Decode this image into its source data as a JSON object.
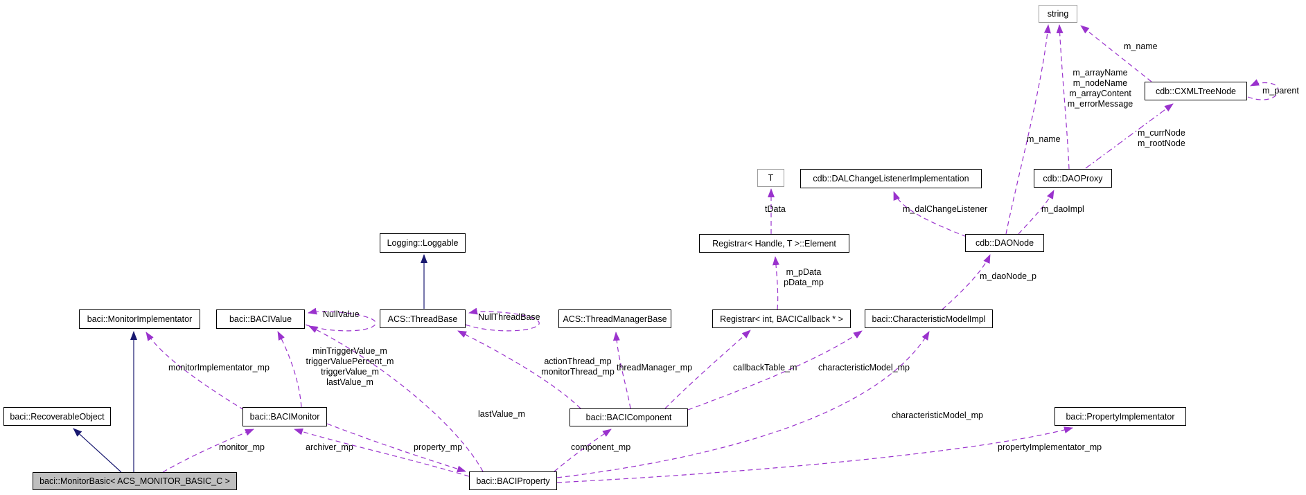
{
  "diagram": {
    "type": "collaboration-graph",
    "colors": {
      "usage": "#9a32cd",
      "inheritance": "#191970",
      "node_border": "#000000",
      "node_fill": "#ffffff",
      "focus_fill": "#bfbfbf",
      "external_border": "#9c9c9c",
      "background": "#ffffff"
    },
    "nodes": [
      {
        "id": "string",
        "label": "string",
        "kind": "external"
      },
      {
        "id": "cxmltreenode",
        "label": "cdb::CXMLTreeNode",
        "kind": "class"
      },
      {
        "id": "t",
        "label": "T",
        "kind": "external"
      },
      {
        "id": "dalchangelistener",
        "label": "cdb::DALChangeListenerImplementation",
        "kind": "class"
      },
      {
        "id": "daoproxy",
        "label": "cdb::DAOProxy",
        "kind": "class"
      },
      {
        "id": "loggable",
        "label": "Logging::Loggable",
        "kind": "class"
      },
      {
        "id": "element",
        "label": "Registrar< Handle, T >::Element",
        "kind": "class"
      },
      {
        "id": "daonode",
        "label": "cdb::DAONode",
        "kind": "class"
      },
      {
        "id": "monitorimplementator",
        "label": "baci::MonitorImplementator",
        "kind": "class"
      },
      {
        "id": "bacivalue",
        "label": "baci::BACIValue",
        "kind": "class"
      },
      {
        "id": "threadbase",
        "label": "ACS::ThreadBase",
        "kind": "class"
      },
      {
        "id": "threadmanagerbase",
        "label": "ACS::ThreadManagerBase",
        "kind": "class"
      },
      {
        "id": "registrar",
        "label": "Registrar< int, BACICallback * >",
        "kind": "class"
      },
      {
        "id": "characteristicmodelimpl",
        "label": "baci::CharacteristicModelImpl",
        "kind": "class"
      },
      {
        "id": "recoverableobject",
        "label": "baci::RecoverableObject",
        "kind": "class"
      },
      {
        "id": "bacimonitor",
        "label": "baci::BACIMonitor",
        "kind": "class"
      },
      {
        "id": "bacicomponent",
        "label": "baci::BACIComponent",
        "kind": "class"
      },
      {
        "id": "propertyimplementator",
        "label": "baci::PropertyImplementator",
        "kind": "class"
      },
      {
        "id": "monitorbasic",
        "label": "baci::MonitorBasic< ACS_MONITOR_BASIC_C >",
        "kind": "focus"
      },
      {
        "id": "baciproperty",
        "label": "baci::BACIProperty",
        "kind": "class"
      }
    ],
    "edges": [
      {
        "from": "baci::MonitorBasic< ACS_MONITOR_BASIC_C >",
        "to": "baci::RecoverableObject",
        "type": "inheritance",
        "label": ""
      },
      {
        "from": "baci::MonitorBasic< ACS_MONITOR_BASIC_C >",
        "to": "baci::MonitorImplementator",
        "type": "inheritance",
        "label": ""
      },
      {
        "from": "ACS::ThreadBase",
        "to": "Logging::Loggable",
        "type": "inheritance",
        "label": ""
      },
      {
        "from": "baci::BACIMonitor",
        "to": "baci::MonitorImplementator",
        "type": "usage",
        "label": "monitorImplementator_mp"
      },
      {
        "from": "baci::BACIMonitor",
        "to": "baci::BACIValue",
        "type": "usage",
        "label": "minTriggerValue_m\ntriggerValuePercent_m\ntriggerValue_m\nlastValue_m"
      },
      {
        "from": "baci::BACIValue",
        "to": "baci::BACIValue",
        "type": "usage",
        "label": "NullValue"
      },
      {
        "from": "ACS::ThreadBase",
        "to": "ACS::ThreadBase",
        "type": "usage",
        "label": "NullThreadBase"
      },
      {
        "from": "baci::BACIComponent",
        "to": "ACS::ThreadBase",
        "type": "usage",
        "label": "actionThread_mp\nmonitorThread_mp"
      },
      {
        "from": "baci::BACIComponent",
        "to": "ACS::ThreadManagerBase",
        "type": "usage",
        "label": "threadManager_mp"
      },
      {
        "from": "baci::BACIComponent",
        "to": "Registrar< int, BACICallback * >",
        "type": "usage",
        "label": "callbackTable_m"
      },
      {
        "from": "baci::BACIComponent",
        "to": "baci::CharacteristicModelImpl",
        "type": "usage",
        "label": "characteristicModel_mp"
      },
      {
        "from": "Registrar< int, BACICallback * >",
        "to": "Registrar< Handle, T >::Element",
        "type": "usage",
        "label": "m_pData\npData_mp"
      },
      {
        "from": "Registrar< Handle, T >::Element",
        "to": "T",
        "type": "usage",
        "label": "tData"
      },
      {
        "from": "cdb::DAONode",
        "to": "cdb::DALChangeListenerImplementation",
        "type": "usage",
        "label": "m_dalChangeListener"
      },
      {
        "from": "cdb::DAONode",
        "to": "cdb::DAOProxy",
        "type": "usage",
        "label": "m_daoImpl"
      },
      {
        "from": "cdb::DAONode",
        "to": "string",
        "type": "usage",
        "label": "m_name"
      },
      {
        "from": "cdb::DAOProxy",
        "to": "string",
        "type": "usage",
        "label": "m_arrayName\nm_nodeName\nm_arrayContent\nm_errorMessage"
      },
      {
        "from": "cdb::DAOProxy",
        "to": "cdb::CXMLTreeNode",
        "type": "usage",
        "label": "m_currNode\nm_rootNode"
      },
      {
        "from": "cdb::CXMLTreeNode",
        "to": "string",
        "type": "usage",
        "label": "m_name"
      },
      {
        "from": "cdb::CXMLTreeNode",
        "to": "cdb::CXMLTreeNode",
        "type": "usage",
        "label": "m_parent"
      },
      {
        "from": "baci::CharacteristicModelImpl",
        "to": "cdb::DAONode",
        "type": "usage",
        "label": "m_daoNode_p"
      },
      {
        "from": "baci::MonitorBasic< ACS_MONITOR_BASIC_C >",
        "to": "baci::BACIMonitor",
        "type": "usage",
        "label": "monitor_mp"
      },
      {
        "from": "baci::BACIProperty",
        "to": "baci::BACIMonitor",
        "type": "usage",
        "label": "archiver_mp"
      },
      {
        "from": "baci::BACIMonitor",
        "to": "baci::BACIProperty",
        "type": "usage",
        "label": "property_mp"
      },
      {
        "from": "baci::BACIProperty",
        "to": "baci::BACIValue",
        "type": "usage",
        "label": "lastValue_m"
      },
      {
        "from": "baci::BACIProperty",
        "to": "baci::BACIComponent",
        "type": "usage",
        "label": "component_mp"
      },
      {
        "from": "baci::BACIProperty",
        "to": "baci::CharacteristicModelImpl",
        "type": "usage",
        "label": "characteristicModel_mp"
      },
      {
        "from": "baci::BACIProperty",
        "to": "baci::PropertyImplementator",
        "type": "usage",
        "label": "propertyImplementator_mp"
      }
    ]
  }
}
